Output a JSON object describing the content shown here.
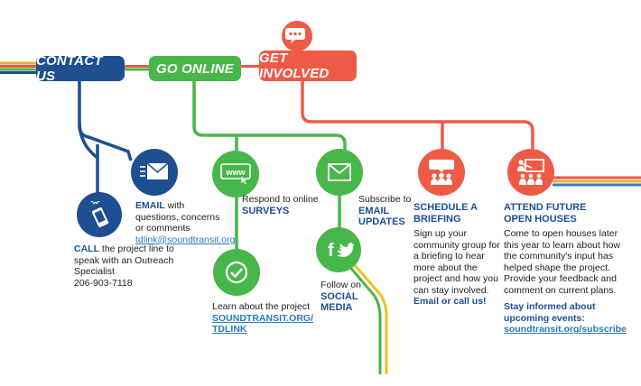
{
  "colors": {
    "navy": "#1d4f91",
    "green": "#48b749",
    "red": "#ee5a46",
    "orange": "#f2a93b",
    "blue": "#2f82c4",
    "yellow": "#f6c01b"
  },
  "tabs": {
    "contact": "CONTACT US",
    "online": "GO ONLINE",
    "involved": "GET INVOLVED"
  },
  "email": {
    "label": "EMAIL",
    "text": " with questions, concerns or comments",
    "address": "tdlink@soundtransit.org"
  },
  "call": {
    "label": "CALL",
    "text": " the project line to speak with an Outreach Specialist",
    "phone": "206-903-7118"
  },
  "surveys": {
    "text": "Respond to online",
    "head": "SURVEYS"
  },
  "learn": {
    "text": "Learn about the project",
    "link1": "SOUNDTRANSIT.ORG/",
    "link2": "TDLINK"
  },
  "updates": {
    "text": "Subscribe to",
    "head1": "EMAIL",
    "head2": "UPDATES"
  },
  "social": {
    "text": "Follow on",
    "head1": "SOCIAL",
    "head2": "MEDIA"
  },
  "briefing": {
    "head1": "SCHEDULE A",
    "head2": "BRIEFING",
    "text": "Sign up your community group for a briefing to hear more about the project and how you can stay involved.",
    "cta": "Email or call us!"
  },
  "openhouse": {
    "head1": "ATTEND FUTURE",
    "head2": "OPEN HOUSES",
    "text": "Come to open houses later this year to learn about how the community's input has helped shape the project. Provide your feedback and comment on current plans.",
    "cta": "Stay informed about upcoming events:",
    "link": "soundtransit.org/subscribe"
  },
  "icons": {
    "www": "www",
    "speech": "•••",
    "facebook": "f"
  }
}
